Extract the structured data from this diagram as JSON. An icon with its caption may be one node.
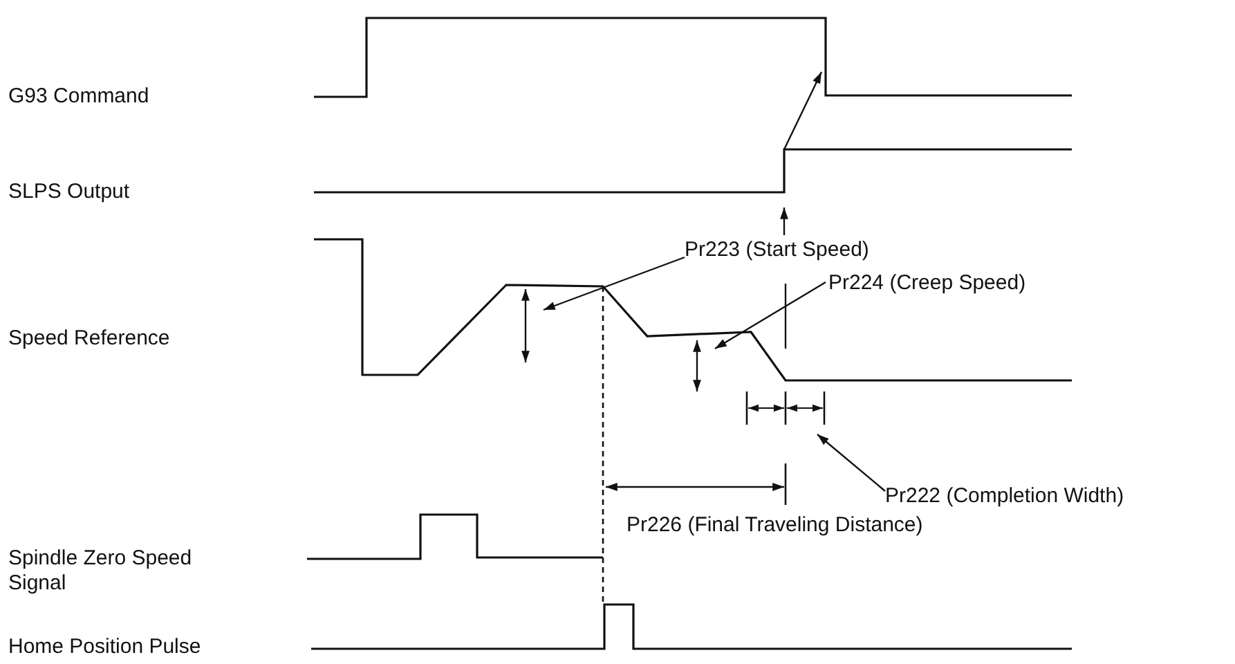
{
  "diagram": {
    "nodes": [
      {
        "text": [
          "Pr223 (Start Speed)"
        ]
      },
      {
        "text": [
          "Pr224 (Creep Speed)"
        ]
      },
      {
        "text": [
          "Pr222 (Completion Width)"
        ]
      }
    ],
    "edges": [
      {
        "from": 0,
        "to": null,
        "arrow": "to"
      },
      {
        "from": 1,
        "to": null,
        "arrow": "to"
      },
      {
        "from": 2,
        "to": null,
        "arrow": "to"
      }
    ],
    "labels": [
      "G93 Command",
      "SLPS Output",
      "Speed Reference",
      "Spindle Zero Speed Signal",
      "Home Position Pulse",
      "Pr226 (Final Traveling Distance)"
    ]
  }
}
